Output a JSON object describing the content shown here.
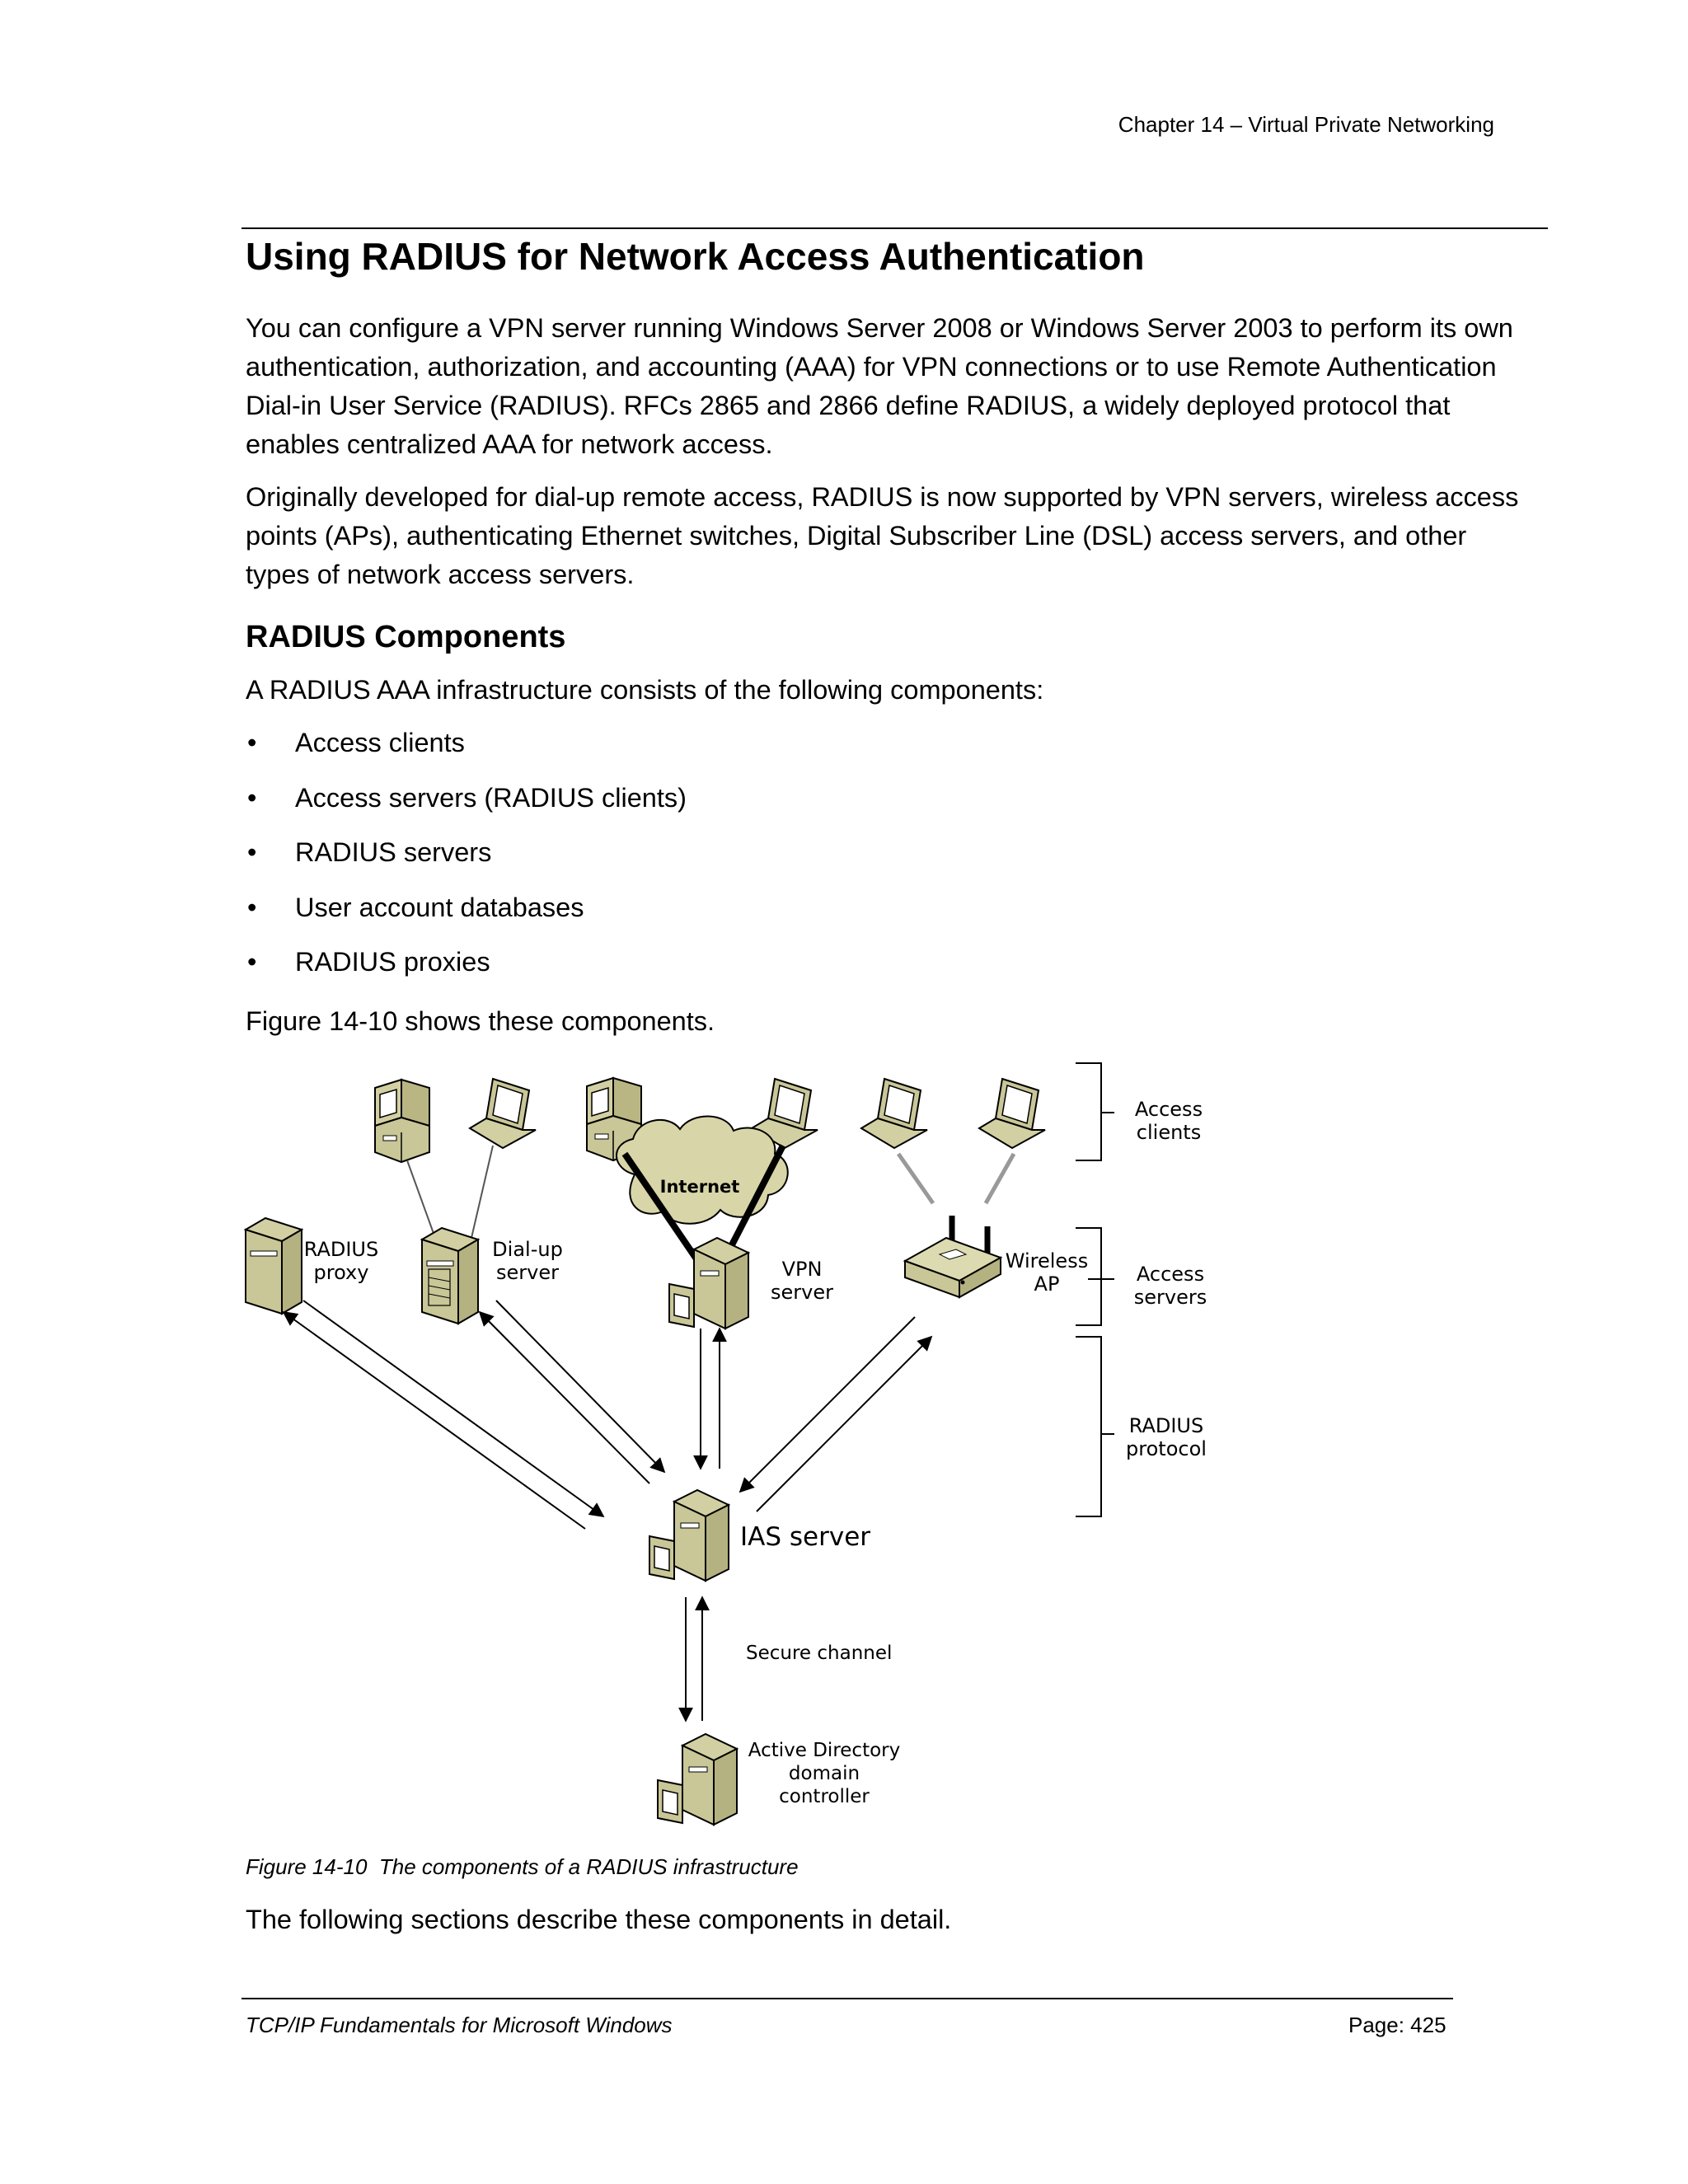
{
  "header": {
    "running_header": "Chapter 14 – Virtual Private Networking"
  },
  "title": "Using RADIUS for Network Access Authentication",
  "paragraphs": [
    "You can configure a VPN server running Windows Server 2008 or Windows Server 2003 to perform its own authentication, authorization, and accounting (AAA) for VPN connections or to use Remote Authentication Dial-in User Service (RADIUS). RFCs 2865 and 2866 define RADIUS, a widely deployed protocol that enables centralized AAA for network access.",
    "Originally developed for dial-up remote access, RADIUS is now supported by VPN servers, wireless access points (APs), authenticating Ethernet switches, Digital Subscriber Line (DSL) access servers, and other types of network access servers."
  ],
  "section": {
    "heading": "RADIUS Components",
    "intro": "A RADIUS AAA infrastructure consists of the following components:",
    "bullet_glyph": "•",
    "bullets": [
      "Access clients",
      "Access servers (RADIUS clients)",
      "RADIUS servers",
      "User account databases",
      "RADIUS proxies"
    ],
    "figure_ref": "Figure 14-10 shows these components."
  },
  "figure": {
    "labels": {
      "internet": "Internet",
      "radius_proxy": [
        "RADIUS",
        "proxy"
      ],
      "dialup_server": [
        "Dial-up",
        "server"
      ],
      "vpn_server": [
        "VPN",
        "server"
      ],
      "wireless_ap": [
        "Wireless",
        "AP"
      ],
      "ias_server": "IAS server",
      "secure_channel": "Secure channel",
      "active_directory": [
        "Active Directory",
        "domain",
        "controller"
      ],
      "bracket_access_clients": [
        "Access",
        "clients"
      ],
      "bracket_access_servers": [
        "Access",
        "servers"
      ],
      "bracket_radius_protocol": [
        "RADIUS",
        "protocol"
      ]
    },
    "caption": "Figure 14-10  The components of a RADIUS infrastructure"
  },
  "closing": "The following sections describe these components in detail.",
  "footer": {
    "left": "TCP/IP Fundamentals for Microsoft Windows",
    "right": "Page: 425"
  }
}
